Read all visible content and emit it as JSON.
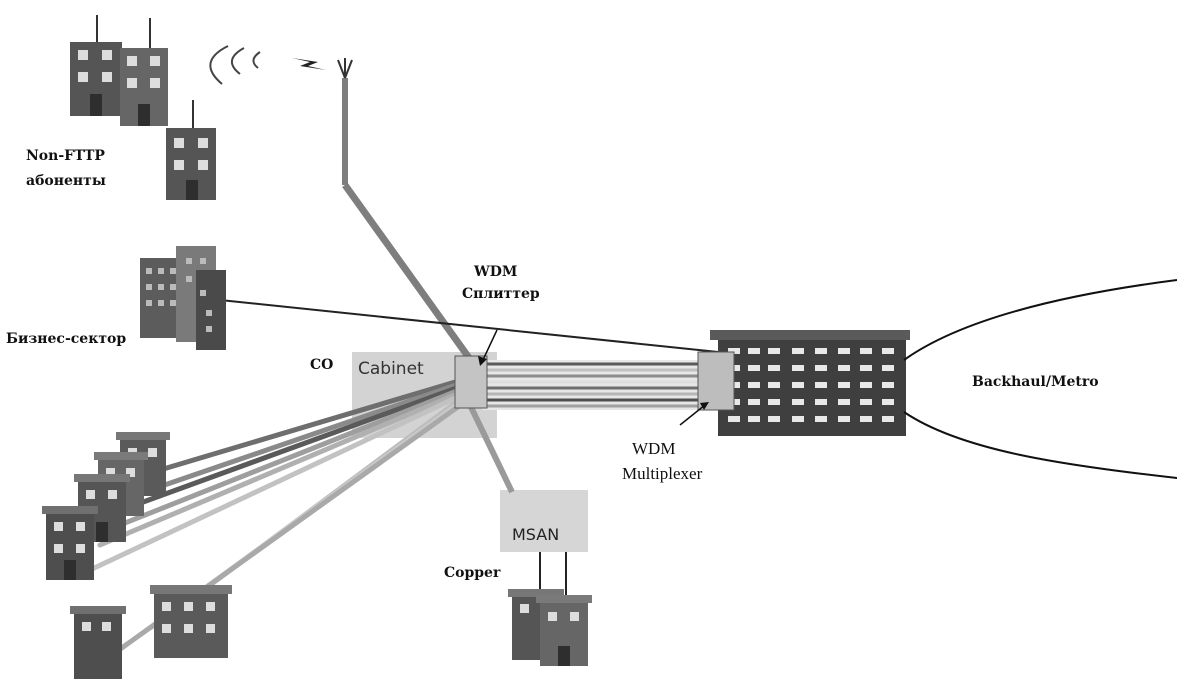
{
  "labels": {
    "non_fttp_line1": "Non-FTTP",
    "non_fttp_line2": "абоненты",
    "business": "Бизнес-сектор",
    "co": "CO",
    "cabinet": "Cabinet",
    "wdm_splitter_line1": "WDM",
    "wdm_splitter_line2": "Сплиттер",
    "wdm_mux_line1": "WDM",
    "wdm_mux_line2": "Multiplexer",
    "backhaul": "Backhaul/Metro",
    "msan": "MSAN",
    "copper": "Copper"
  },
  "colors": {
    "cabinet_bg": "#d3d3d3",
    "msan_bg": "#d6d6d6",
    "splitter_box": "#c4c4c4",
    "building_dark": "#4a4a4a",
    "building_mid": "#7a7a7a",
    "fiber_dark": "#5a5a5a",
    "fiber_light": "#bdbdbd"
  }
}
